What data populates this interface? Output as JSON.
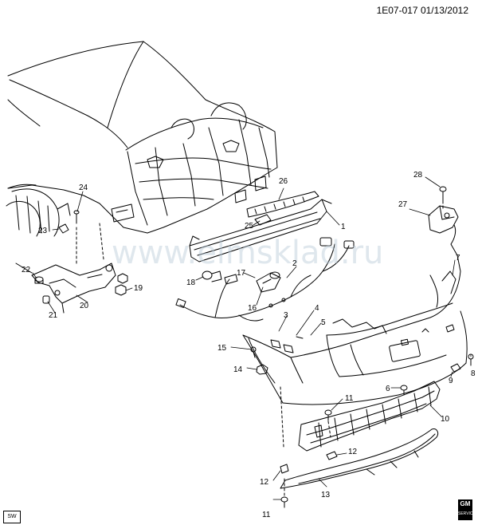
{
  "header": {
    "code": "1E07-017  01/13/2012"
  },
  "watermark": "www.elmsklad.ru",
  "callouts": {
    "c1": "1",
    "c2": "2",
    "c3": "3",
    "c4": "4",
    "c5": "5",
    "c6": "6",
    "c7": "7",
    "c8": "8",
    "c9": "9",
    "c10": "10",
    "c11a": "11",
    "c11b": "11",
    "c12a": "12",
    "c12b": "12",
    "c13": "13",
    "c14": "14",
    "c15": "15",
    "c16": "16",
    "c17": "17",
    "c18": "18",
    "c19": "19",
    "c20": "20",
    "c21": "21",
    "c22": "22",
    "c23": "23",
    "c24": "24",
    "c25": "25",
    "c26": "26",
    "c27": "27",
    "c28": "28"
  },
  "corner": {
    "sw_label": "SW",
    "logo_text": "GM",
    "logo_sub": "SERVICE"
  },
  "colors": {
    "line": "#000000",
    "watermark": "#b7c9d6"
  }
}
